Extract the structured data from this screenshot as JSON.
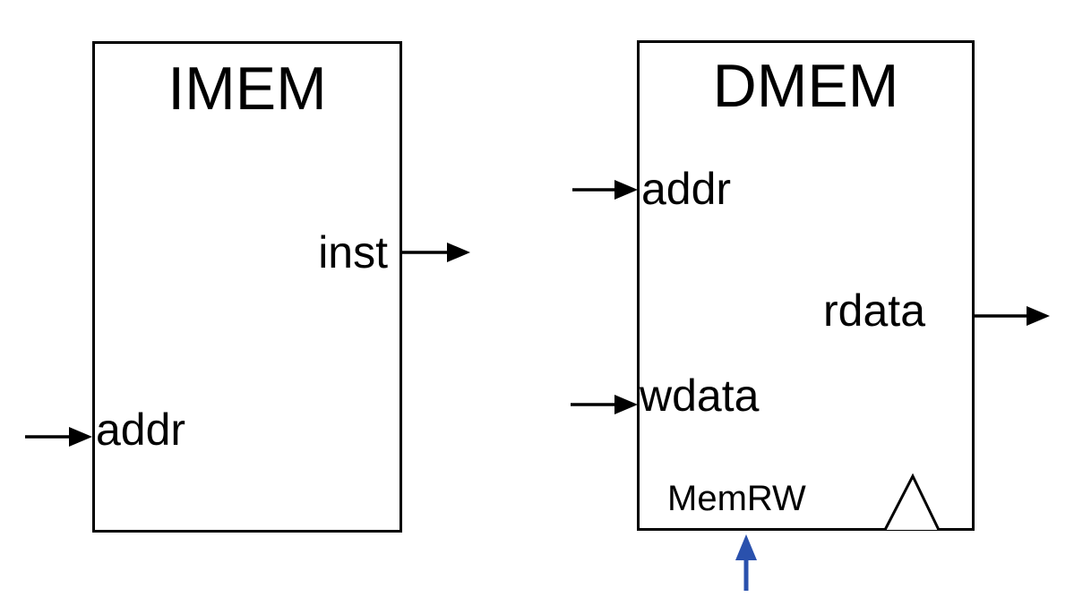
{
  "colors": {
    "wire": "#000000",
    "control_signal": "#2a51ad",
    "block_fill": "#ffffff"
  },
  "imem": {
    "title": "IMEM",
    "ports": {
      "addr": "addr",
      "inst": "inst"
    }
  },
  "dmem": {
    "title": "DMEM",
    "ports": {
      "addr": "addr",
      "wdata": "wdata",
      "rdata": "rdata",
      "memrw": "MemRW"
    }
  }
}
